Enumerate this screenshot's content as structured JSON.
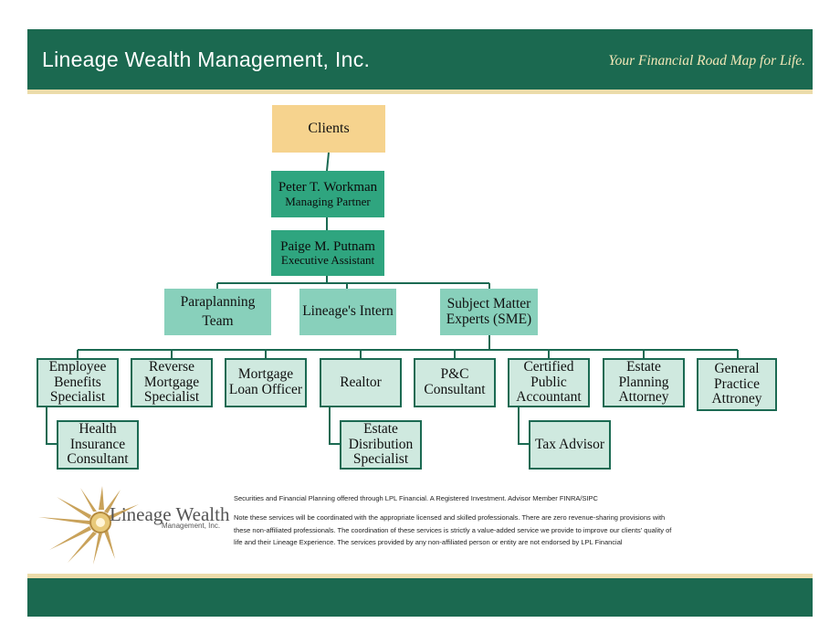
{
  "header": {
    "title": "Lineage Wealth Management, Inc.",
    "tagline": "Your Financial Road Map for Life."
  },
  "colors": {
    "header_green": "#1b6950",
    "stripe_cream": "#ecdcaa",
    "clients_fill": "#f6d38e",
    "executive_fill": "#2fa57f",
    "team_fill": "#88d0bb",
    "specialist_fill": "#cfe9df",
    "line_color": "#1b6a52"
  },
  "org_chart": {
    "clients": "Clients",
    "managing_partner": {
      "name": "Peter T. Workman",
      "title": "Managing Partner"
    },
    "assistant": {
      "name": "Paige M. Putnam",
      "title": "Executive Assistant"
    },
    "teams": {
      "paraplanning": [
        "Paraplanning",
        "Team"
      ],
      "intern": [
        "Lineage's Intern"
      ],
      "sme": [
        "Subject Matter",
        "Experts (SME)"
      ]
    },
    "specialists": {
      "employee_benefits": [
        "Employee",
        "Benefits",
        "Specialist"
      ],
      "reverse_mortgage": [
        "Reverse",
        "Mortgage",
        "Specialist"
      ],
      "mortgage_loan": [
        "Mortgage",
        "Loan Officer"
      ],
      "realtor": [
        "Realtor"
      ],
      "pc_consultant": [
        "P&C",
        "Consultant"
      ],
      "cpa": [
        "Certified",
        "Public",
        "Accountant"
      ],
      "estate_planning": [
        "Estate",
        "Planning",
        "Attorney"
      ],
      "general_practice": [
        "General",
        "Practice",
        "Attroney"
      ]
    },
    "sub_specialists": {
      "health_insurance": [
        "Health",
        "Insurance",
        "Consultant"
      ],
      "estate_distribution": [
        "Estate",
        "Disribution",
        "Specialist"
      ],
      "tax_advisor": [
        "Tax Advisor"
      ]
    }
  },
  "logo": {
    "name": "Lineage Wealth",
    "subtitle": "Management, Inc.",
    "icon": "sun-burst-icon"
  },
  "disclaimer": {
    "title": "Securities and Financial Planning offered through LPL Financial. A Registered Investment. Advisor Member FINRA/SIPC",
    "body": "Note these services will be coordinated with the appropriate licensed and skilled professionals. There are zero revenue-sharing provisions with these non-affiliated professionals. The coordination of these services is strictly a value-added service we provide to improve our clients' quality of life and their Lineage Experience. The services provided by any non-affiliated person or entity are not endorsed by LPL Financial"
  }
}
